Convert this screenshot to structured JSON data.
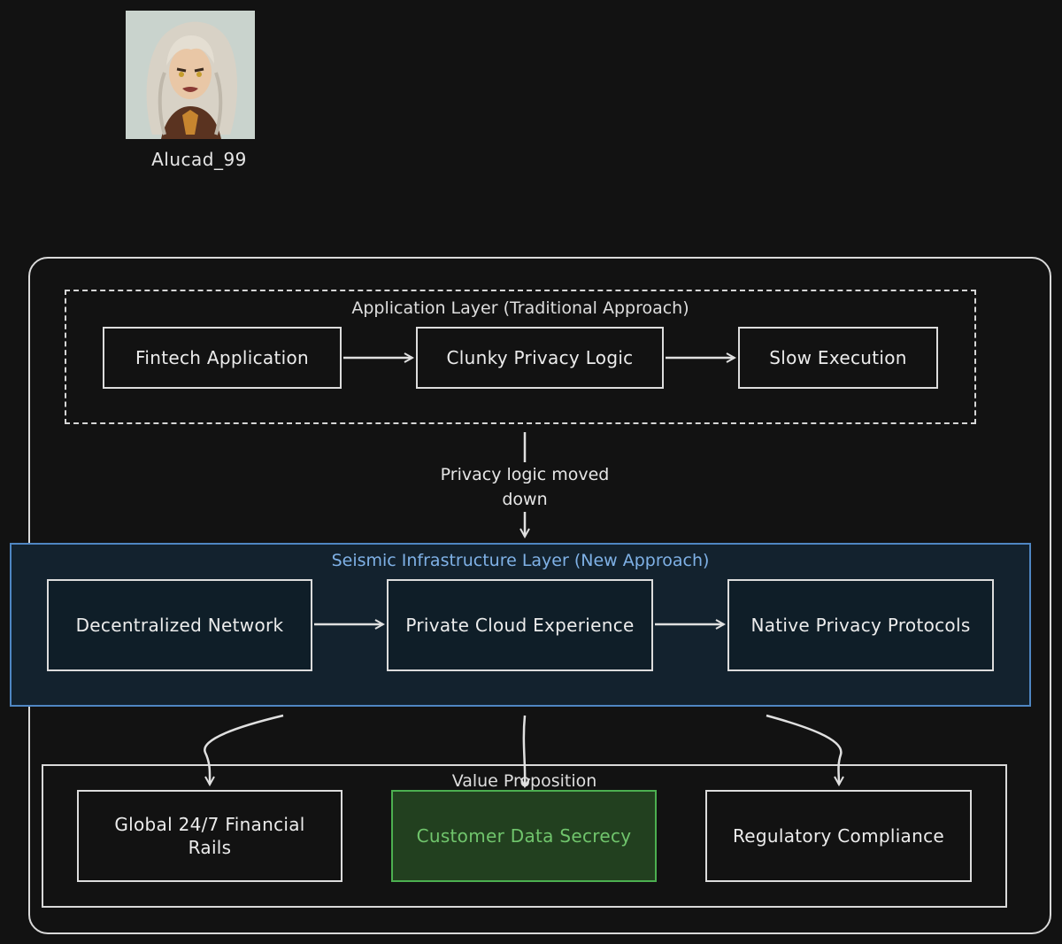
{
  "profile": {
    "username": "Alucad_99",
    "avatar_icon": "avatar-illustration-icon"
  },
  "application_layer": {
    "title": "Application Layer (Traditional Approach)",
    "nodes": [
      "Fintech Application",
      "Clunky Privacy Logic",
      "Slow Execution"
    ]
  },
  "transition": {
    "label_line1": "Privacy logic moved",
    "label_line2": "down"
  },
  "seismic_layer": {
    "title": "Seismic Infrastructure Layer (New Approach)",
    "nodes": [
      "Decentralized Network",
      "Private Cloud Experience",
      "Native Privacy Protocols"
    ]
  },
  "value_proposition": {
    "title": "Value Proposition",
    "nodes": [
      "Global 24/7 Financial Rails",
      "Customer Data Secrecy",
      "Regulatory Compliance"
    ]
  },
  "colors": {
    "background": "#121212",
    "seismic_accent": "#4f86c2",
    "highlight_green": "#4caf50"
  }
}
